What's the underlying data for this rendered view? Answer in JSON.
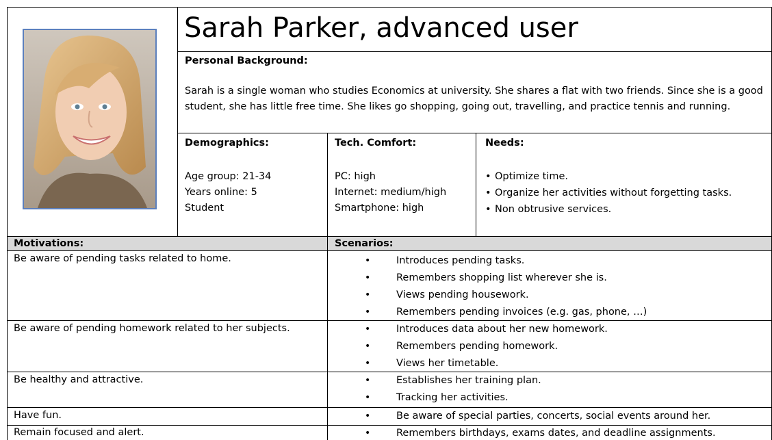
{
  "persona": {
    "title": "Sarah Parker, advanced user",
    "background_heading": "Personal Background:",
    "background_text": "Sarah is a single woman who studies Economics at university. She shares a flat with two friends. Since she is a good student, she has little free time. She likes go shopping, going out, travelling, and practice tennis and running.",
    "photo_icon": "person-photo-icon"
  },
  "demographics": {
    "heading": "Demographics:",
    "lines": [
      "Age group: 21-34",
      "Years online: 5",
      "Student"
    ]
  },
  "tech_comfort": {
    "heading": "Tech. Comfort:",
    "lines": [
      "PC: high",
      "Internet: medium/high",
      "Smartphone: high"
    ]
  },
  "needs": {
    "heading": "Needs:",
    "bullet": "•",
    "items": [
      "Optimize time.",
      "Organize her activities without forgetting tasks.",
      "Non obtrusive services."
    ]
  },
  "table": {
    "motivations_heading": "Motivations:",
    "scenarios_heading": "Scenarios:",
    "bullet": "•",
    "rows": [
      {
        "motivation": "Be aware of pending tasks related to home.",
        "scenarios": [
          "Introduces pending tasks.",
          "Remembers shopping list wherever she is.",
          "Views pending housework.",
          "Remembers pending invoices (e.g. gas, phone, …)"
        ]
      },
      {
        "motivation": "Be aware of pending homework related to her subjects.",
        "scenarios": [
          "Introduces data about her new homework.",
          "Remembers pending homework.",
          "Views her timetable."
        ]
      },
      {
        "motivation": "Be healthy and attractive.",
        "scenarios": [
          "Establishes her training plan.",
          "Tracking her activities."
        ]
      },
      {
        "motivation": "Have fun.",
        "scenarios": [
          "Be aware of special parties, concerts, social events around her."
        ]
      },
      {
        "motivation": "Remain focused and alert.",
        "scenarios": [
          "Remembers birthdays, exams dates, and deadline assignments."
        ]
      }
    ]
  },
  "colors": {
    "header_band": "#d9d9d9",
    "photo_border": "#5b7fbd"
  }
}
